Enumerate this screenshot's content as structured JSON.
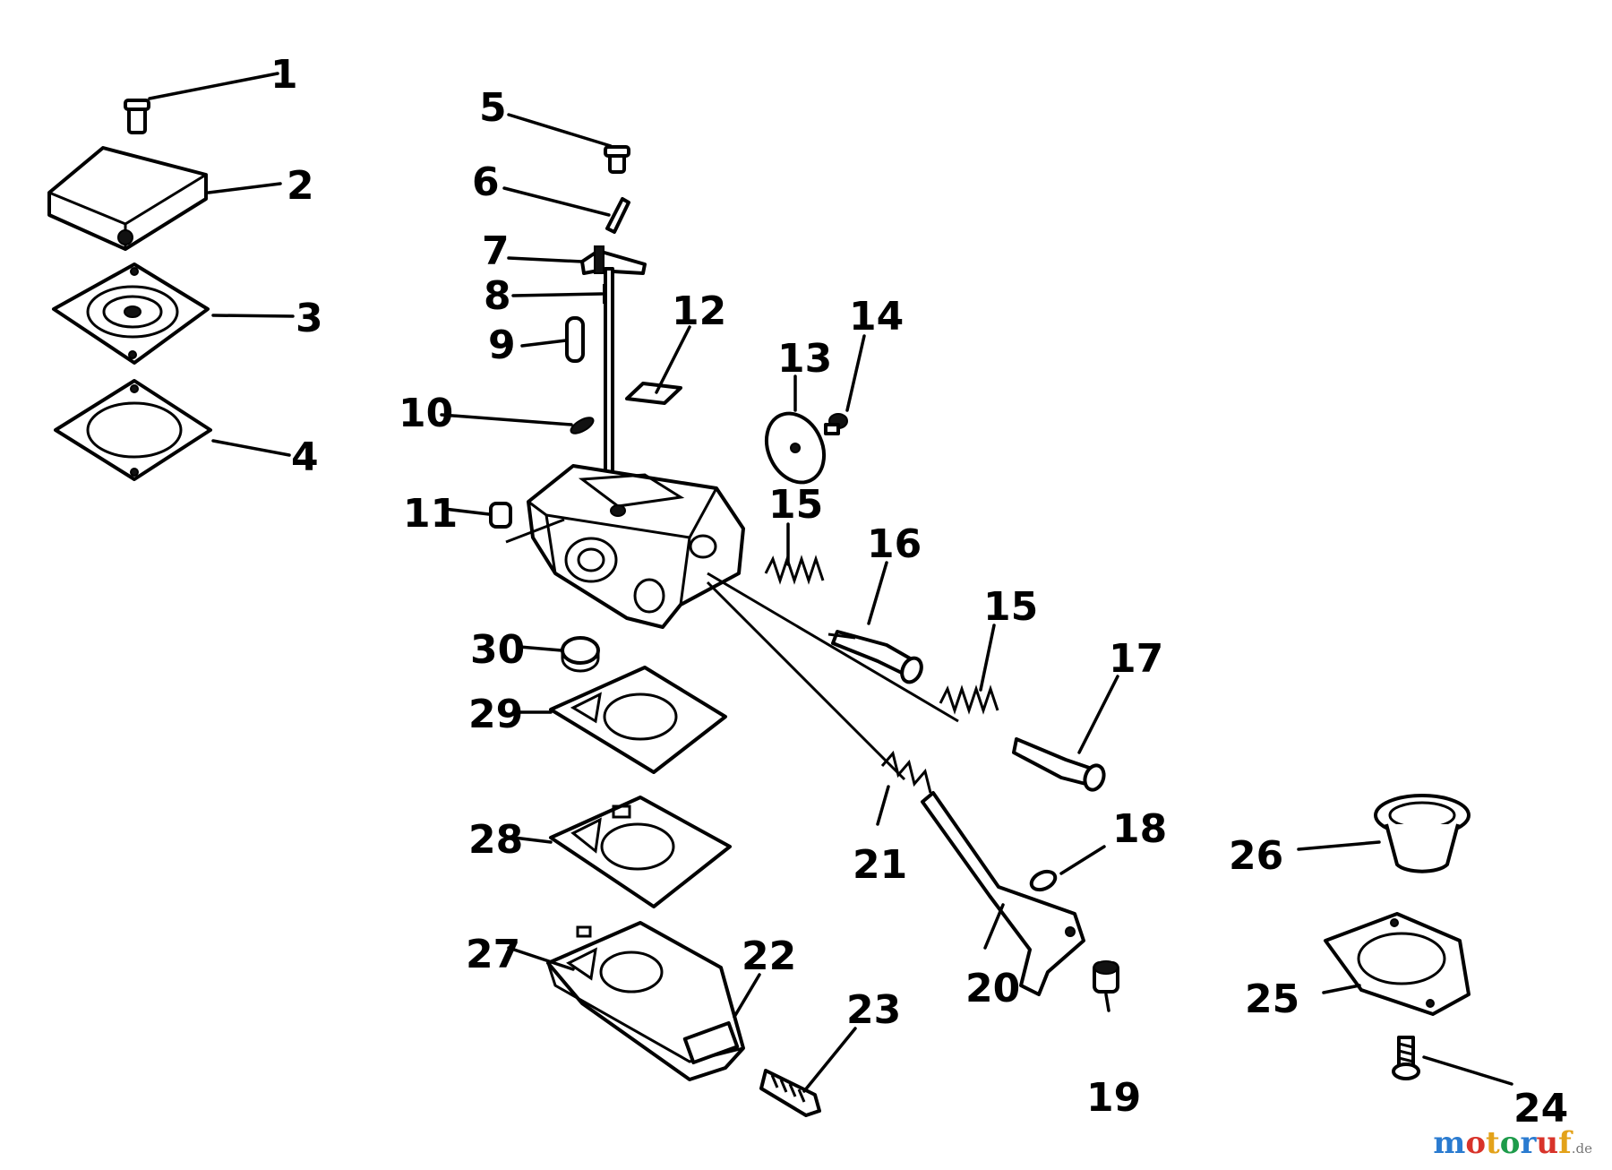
{
  "diagram": {
    "labels": [
      "1",
      "2",
      "3",
      "4",
      "5",
      "6",
      "7",
      "8",
      "9",
      "10",
      "11",
      "12",
      "13",
      "14",
      "15",
      "16",
      "15",
      "17",
      "18",
      "19",
      "20",
      "21",
      "22",
      "23",
      "24",
      "25",
      "26",
      "27",
      "28",
      "29",
      "30"
    ],
    "watermark": {
      "text": "motoruf",
      "suffix": ".de",
      "colors": [
        "#2a7bd0",
        "#d8332a",
        "#e3a21a",
        "#1d9b4a"
      ]
    }
  }
}
